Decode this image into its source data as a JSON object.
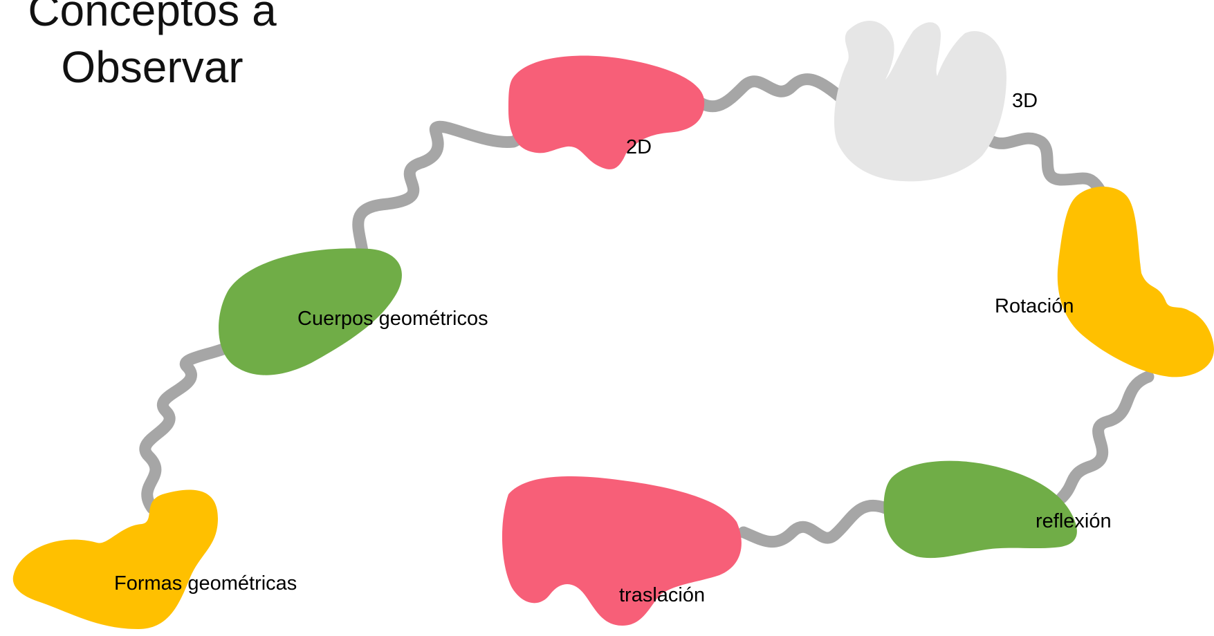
{
  "title": {
    "line1": "Conceptos a",
    "line2": "Observar"
  },
  "colors": {
    "connector": "#a6a6a6",
    "yellow": "#ffc000",
    "green": "#70ad47",
    "pink": "#f75f78",
    "light_gray": "#e6e6e6"
  },
  "nodes": [
    {
      "id": "formas",
      "label": "Formas geométricas",
      "color": "yellow"
    },
    {
      "id": "cuerpos",
      "label": "Cuerpos geométricos",
      "color": "green"
    },
    {
      "id": "2d",
      "label": "2D",
      "color": "pink"
    },
    {
      "id": "3d",
      "label": "3D",
      "color": "light_gray"
    },
    {
      "id": "rotacion",
      "label": "Rotación",
      "color": "yellow"
    },
    {
      "id": "reflexion",
      "label": "reflexión",
      "color": "green"
    },
    {
      "id": "traslacion",
      "label": "traslación",
      "color": "pink"
    }
  ]
}
